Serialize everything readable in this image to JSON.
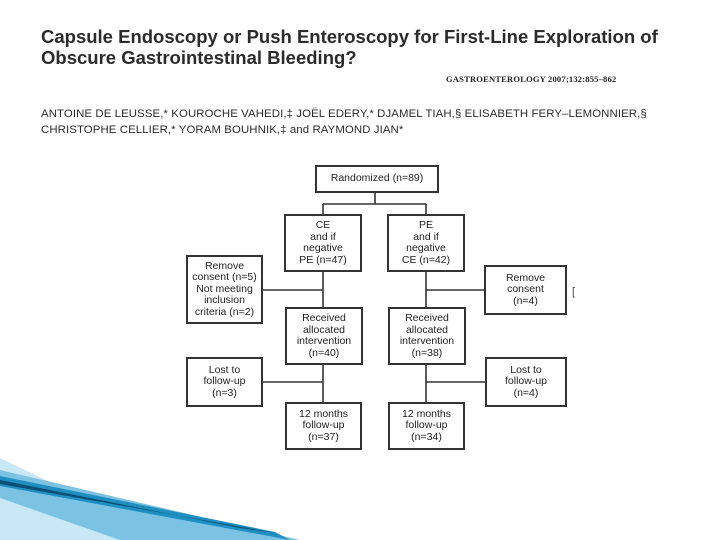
{
  "header": {
    "title": "Capsule Endoscopy or Push Enteroscopy for First-Line Exploration of Obscure Gastrointestinal Bleeding?",
    "citation": "GASTROENTEROLOGY 2007;132:855–862",
    "authors": "ANTOINE DE LEUSSE,* KOUROCHE VAHEDI,‡ JOËL EDERY,* DJAMEL TIAH,§ ELISABETH FERY–LEMONNIER,§ CHRISTOPHE CELLIER,* YORAM BOUHNIK,‡ and RAYMOND JIAN*"
  },
  "flowchart": {
    "randomized": "Randomized (n=89)",
    "ce_arm": "CE\nand if\nnegative\nPE (n=47)",
    "pe_arm": "PE\nand if\nnegative\nCE (n=42)",
    "left_excluded": "Remove\nconsent (n=5)\nNot meeting\ninclusion\ncriteria (n=2)",
    "right_excluded": "Remove\nconsent\n(n=4)",
    "ce_received": "Received\nallocated\nintervention\n(n=40)",
    "pe_received": "Received\nallocated\nintervention\n(n=38)",
    "left_lost": "Lost to\nfollow-up\n(n=3)",
    "right_lost": "Lost to\nfollow-up\n(n=4)",
    "ce_followup": "12 months\nfollow-up\n(n=37)",
    "pe_followup": "12 months\nfollow-up\n(n=34)"
  },
  "side_mark": "[",
  "colors": {
    "box_border": "#333333",
    "ribbon_light": "#9fd3ea",
    "ribbon_dark": "#1f8fc2"
  }
}
